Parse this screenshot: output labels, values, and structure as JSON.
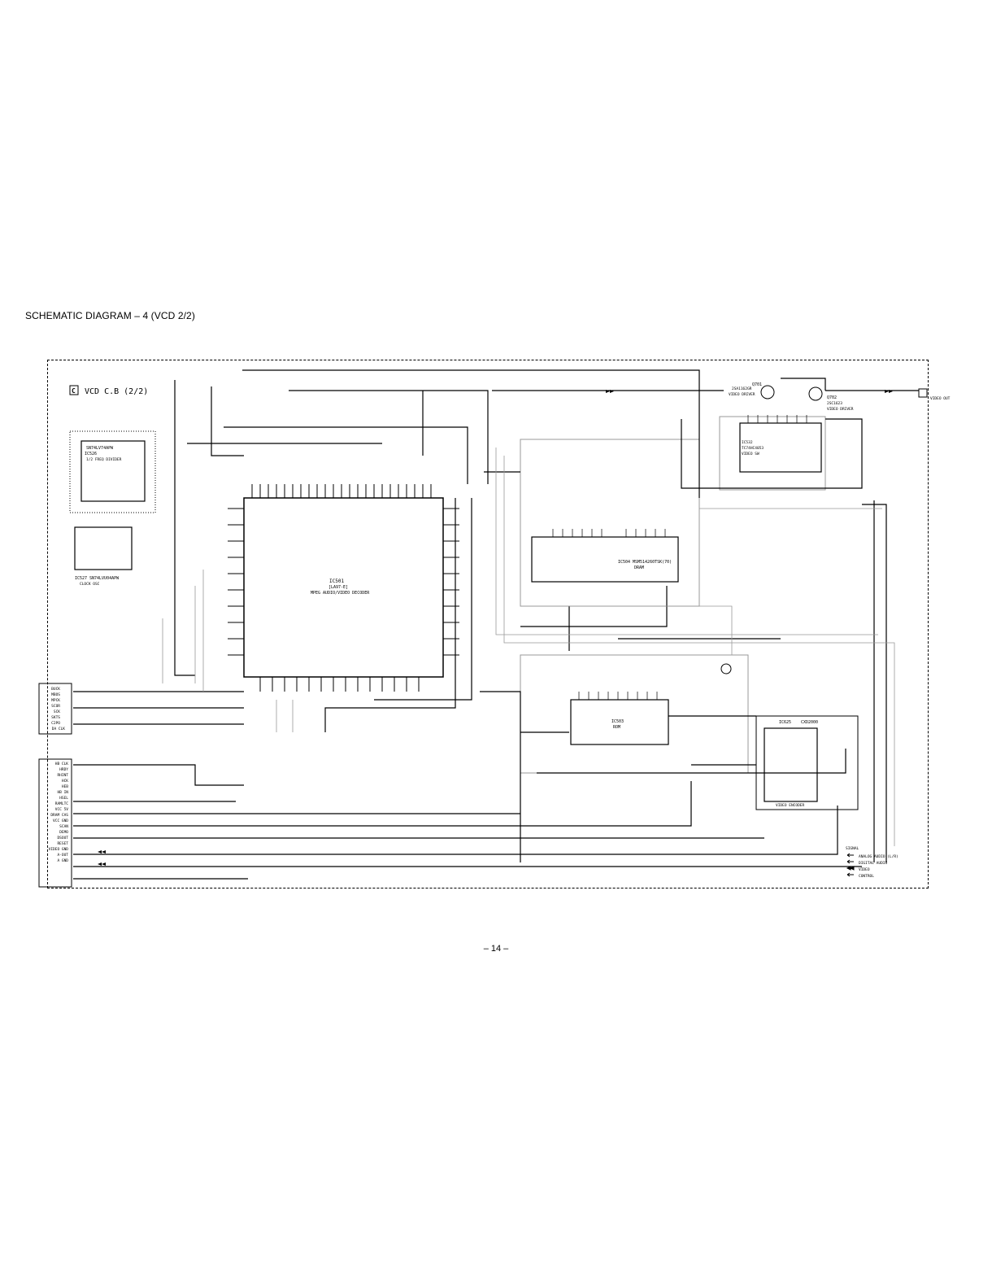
{
  "page": {
    "title": "SCHEMATIC  DIAGRAM – 4 (VCD 2/2)",
    "page_number": "– 14 –"
  },
  "diagram": {
    "board_label": "VCD  C.B (2/2)",
    "board_marker": "C",
    "main_ic": {
      "ref": "IC501",
      "part": "[LA97-E]",
      "desc": "MPEG AUDIO/VIDEO DECODER"
    },
    "ic_left_top": {
      "ref": "IC526",
      "part": "SN74LV74APW",
      "desc": "1/2 FREQ DIVIDER"
    },
    "ic_left_mid": {
      "ref": "IC527",
      "part": "SN74LVU04APW",
      "desc": "CLOCK OSC"
    },
    "ic_dram": {
      "ref": "IC504",
      "part": "MSM514260TSK(70)",
      "desc": "DRAM"
    },
    "ic_rom": {
      "ref": "IC503",
      "desc": "ROM"
    },
    "ic_right_top": {
      "ref": "IC532",
      "part": "TC74HC4053",
      "desc": "VIDEO SW"
    },
    "ic_enc": {
      "ref": "IC625",
      "part": "CXD2000",
      "desc": "VIDEO ENCODER"
    },
    "transistors": [
      {
        "ref": "Q701",
        "part": "2SA1162GR",
        "desc": "VIDEO DRIVER"
      },
      {
        "ref": "Q702",
        "part": "2SC1623",
        "desc": "VIDEO DRIVER"
      }
    ],
    "video_out": "VIDEO OUT",
    "connector_top": [
      "BUCK",
      "MBOS",
      "MPCK",
      "SCOR",
      "SCK",
      "SKTS",
      "C2PO",
      "DA CLK"
    ],
    "connector_bottom": [
      "HB CLK",
      "HRDY",
      "RHINT",
      "HCK",
      "HEB",
      "HB IN",
      "HSEL",
      "RAMLTC",
      "VCC 5V",
      "DRAM CAS",
      "VCC GND",
      "SCAN",
      "DEMO",
      "DSOUT",
      "RESET",
      "VIDEO GND",
      "A-OUT",
      "A GND"
    ],
    "legend": {
      "heading": "SIGNAL",
      "items": [
        "ANALOG AUDIO (L/R)",
        "DIGITAL AUDIO",
        "VIDEO",
        "CONTROL"
      ]
    }
  }
}
